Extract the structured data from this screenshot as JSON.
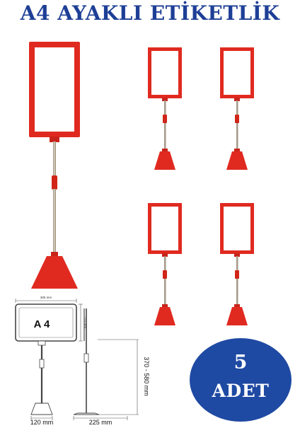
{
  "title": "A4 AYAKLI ETİKETLİK",
  "colors": {
    "title": "#1e3f96",
    "frame": "#e02a20",
    "frame_dark": "#b31c14",
    "pole": "#9a9080",
    "badge": "#1f4aa3"
  },
  "diagram": {
    "frame_label": "A 4",
    "width_top": "305 mm",
    "height_side": "215 mm",
    "height_range": "370 - 580 mm",
    "base_depth": "120 mm",
    "base_width": "225 mm"
  },
  "badge": {
    "number": "5",
    "unit": "ADET"
  }
}
